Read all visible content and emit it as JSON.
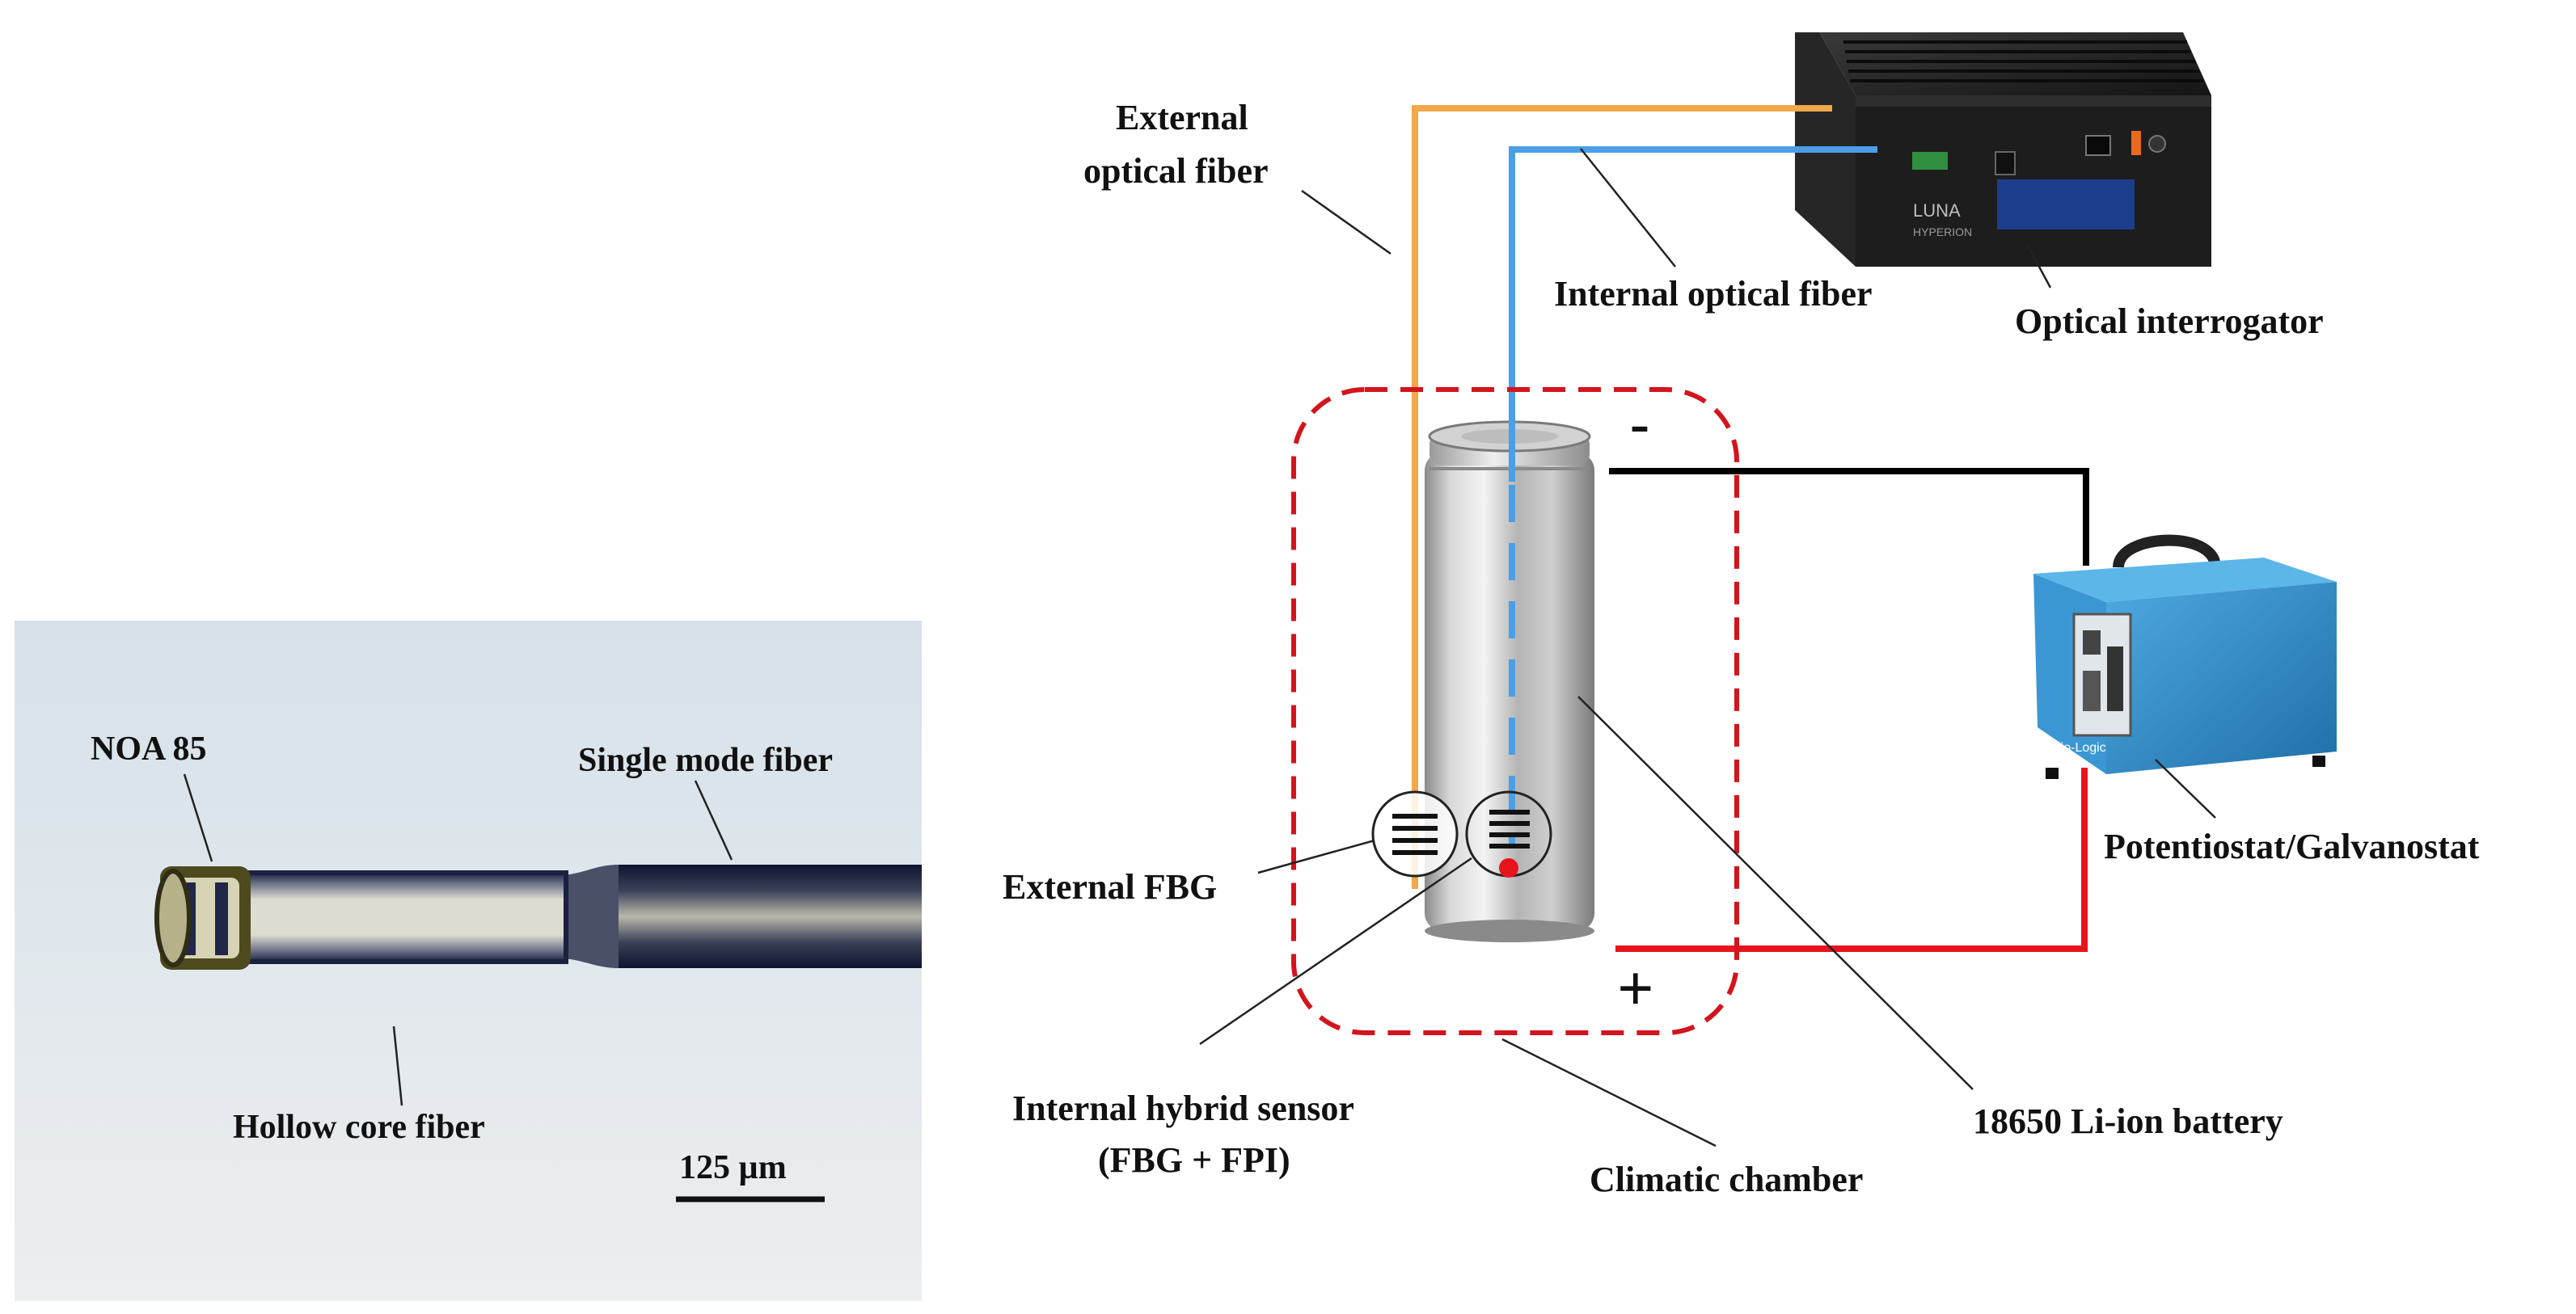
{
  "micrograph": {
    "labels": {
      "noa": "NOA 85",
      "smf": "Single mode fiber",
      "hcf": "Hollow core fiber",
      "scale": "125 µm"
    }
  },
  "setup": {
    "labels": {
      "external_fiber_1": "External",
      "external_fiber_2": "optical fiber",
      "internal_fiber": "Internal optical fiber",
      "interrogator": "Optical interrogator",
      "potentiostat": "Potentiostat/Galvanostat",
      "external_fbg": "External FBG",
      "hybrid_1": "Internal hybrid sensor",
      "hybrid_2": "(FBG + FPI)",
      "chamber": "Climatic chamber",
      "battery": "18650 Li-ion battery",
      "minus": "-",
      "plus": "+"
    },
    "device_text": {
      "interrogator_brand": "LUNA",
      "interrogator_sub": "HYPERION",
      "potentiostat_brand": "Bio-Logic"
    }
  },
  "colors": {
    "external_fiber": "#F0A84A",
    "internal_fiber": "#4A9FE8",
    "negative_lead": "#000000",
    "positive_lead": "#E8141C",
    "chamber_outline": "#D4141C",
    "potentiostat_body": "#2F8FCC",
    "interrogator_body": "#232323"
  }
}
